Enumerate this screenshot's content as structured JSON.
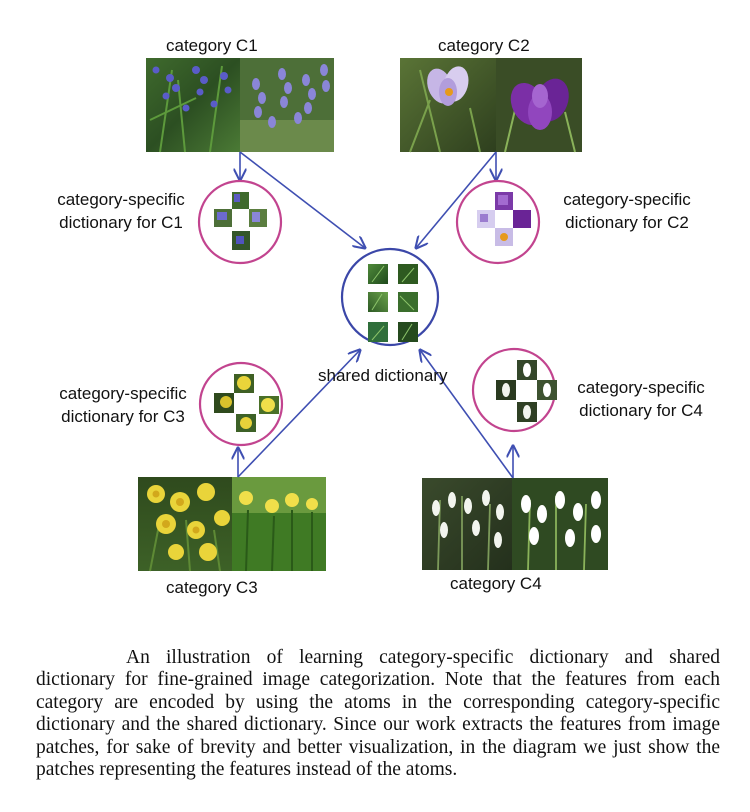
{
  "figure": {
    "category_c1_label": "category C1",
    "category_c2_label": "category C2",
    "category_c3_label": "category C3",
    "category_c4_label": "category C4",
    "dict_c1_line1": "category-specific",
    "dict_c1_line2": "dictionary for C1",
    "dict_c2_line1": "category-specific",
    "dict_c2_line2": "dictionary for C2",
    "dict_c3_line1": "category-specific",
    "dict_c3_line2": "dictionary for C3",
    "dict_c4_line1": "category-specific",
    "dict_c4_line2": "dictionary for C4",
    "shared_label": "shared dictionary",
    "colors": {
      "specific_circle": "#c2448f",
      "shared_circle": "#3b47a8",
      "arrow": "#3f4fb2"
    }
  },
  "caption": {
    "text": "An illustration of learning category-specific dictionary and shared dictionary for fine-grained image categorization. Note that the features from each category are encoded by using the atoms in the corresponding category-specific dictionary and the shared dictionary. Since our work extracts the features from image patches, for sake of brevity and better visualization, in the diagram we just show the patches representing the features instead of the atoms."
  }
}
